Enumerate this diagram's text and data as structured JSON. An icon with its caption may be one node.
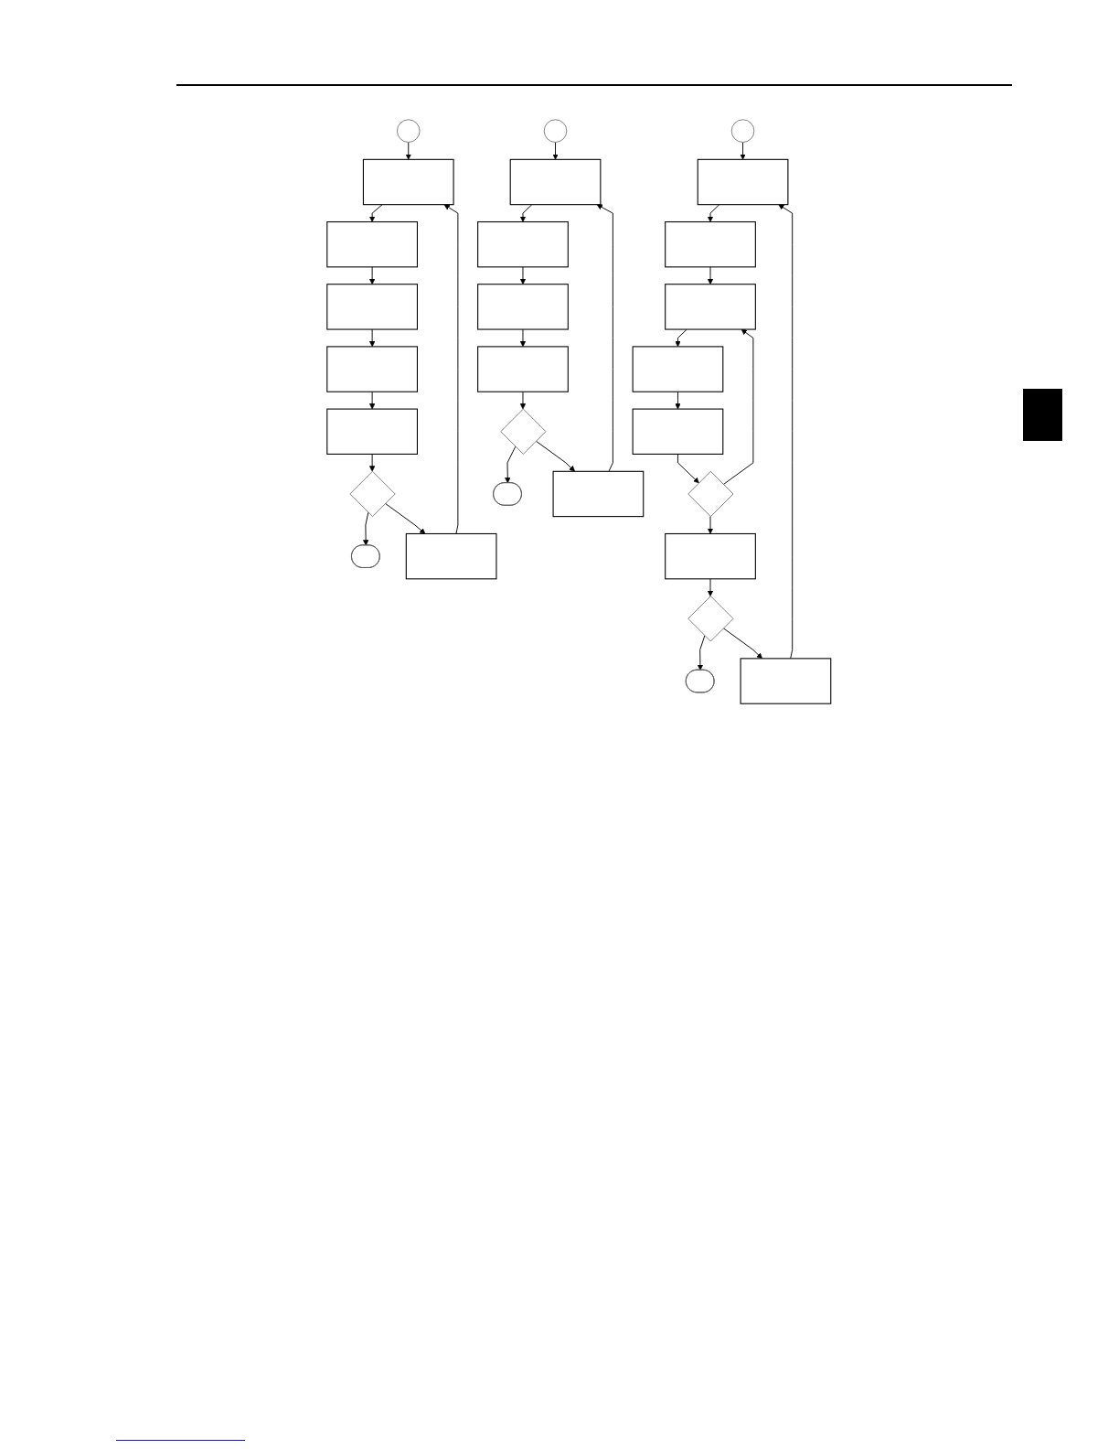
{
  "diagram": {
    "nodes": [
      {
        "text": [],
        "shape": "circle"
      },
      {
        "text": [],
        "shape": "box"
      },
      {
        "text": [],
        "shape": "box"
      },
      {
        "text": [],
        "shape": "box"
      },
      {
        "text": [],
        "shape": "box"
      },
      {
        "text": [],
        "shape": "box"
      },
      {
        "text": [],
        "shape": "diamond"
      },
      {
        "text": [],
        "shape": "stadium"
      },
      {
        "text": [],
        "shape": "box"
      },
      {
        "text": [],
        "shape": "circle"
      },
      {
        "text": [],
        "shape": "box"
      },
      {
        "text": [],
        "shape": "box"
      },
      {
        "text": [],
        "shape": "box"
      },
      {
        "text": [],
        "shape": "box"
      },
      {
        "text": [],
        "shape": "diamond"
      },
      {
        "text": [],
        "shape": "stadium"
      },
      {
        "text": [],
        "shape": "box"
      },
      {
        "text": [],
        "shape": "circle"
      },
      {
        "text": [],
        "shape": "box"
      },
      {
        "text": [],
        "shape": "box"
      },
      {
        "text": [],
        "shape": "box"
      },
      {
        "text": [],
        "shape": "box"
      },
      {
        "text": [],
        "shape": "box"
      },
      {
        "text": [],
        "shape": "diamond"
      },
      {
        "text": [],
        "shape": "box"
      },
      {
        "text": [],
        "shape": "diamond"
      },
      {
        "text": [],
        "shape": "stadium"
      },
      {
        "text": [],
        "shape": "box"
      }
    ],
    "edges": [
      {
        "from": 0,
        "to": 1,
        "arrow": "to"
      },
      {
        "from": 1,
        "to": 2,
        "arrow": "to"
      },
      {
        "from": 2,
        "to": 3,
        "arrow": "to"
      },
      {
        "from": 3,
        "to": 4,
        "arrow": "to"
      },
      {
        "from": 4,
        "to": 5,
        "arrow": "to"
      },
      {
        "from": 5,
        "to": 6,
        "arrow": "to"
      },
      {
        "from": 6,
        "to": 7,
        "arrow": "to"
      },
      {
        "from": 6,
        "to": 8,
        "arrow": "to"
      },
      {
        "from": 8,
        "to": 1,
        "arrow": "to"
      },
      {
        "from": 9,
        "to": 10,
        "arrow": "to"
      },
      {
        "from": 10,
        "to": 11,
        "arrow": "to"
      },
      {
        "from": 11,
        "to": 12,
        "arrow": "to"
      },
      {
        "from": 12,
        "to": 13,
        "arrow": "to"
      },
      {
        "from": 13,
        "to": 14,
        "arrow": "to"
      },
      {
        "from": 14,
        "to": 15,
        "arrow": "to"
      },
      {
        "from": 14,
        "to": 16,
        "arrow": "to"
      },
      {
        "from": 16,
        "to": 10,
        "arrow": "to"
      },
      {
        "from": 17,
        "to": 18,
        "arrow": "to"
      },
      {
        "from": 18,
        "to": 19,
        "arrow": "to"
      },
      {
        "from": 19,
        "to": 20,
        "arrow": "to"
      },
      {
        "from": 20,
        "to": 21,
        "arrow": "to"
      },
      {
        "from": 21,
        "to": 22,
        "arrow": "to"
      },
      {
        "from": 22,
        "to": 23,
        "arrow": "to"
      },
      {
        "from": 23,
        "to": 20,
        "arrow": "to"
      },
      {
        "from": 23,
        "to": 24,
        "arrow": "to"
      },
      {
        "from": 24,
        "to": 25,
        "arrow": "to"
      },
      {
        "from": 25,
        "to": 26,
        "arrow": "to"
      },
      {
        "from": 25,
        "to": 27,
        "arrow": "to"
      },
      {
        "from": 27,
        "to": 18,
        "arrow": "to"
      }
    ]
  }
}
